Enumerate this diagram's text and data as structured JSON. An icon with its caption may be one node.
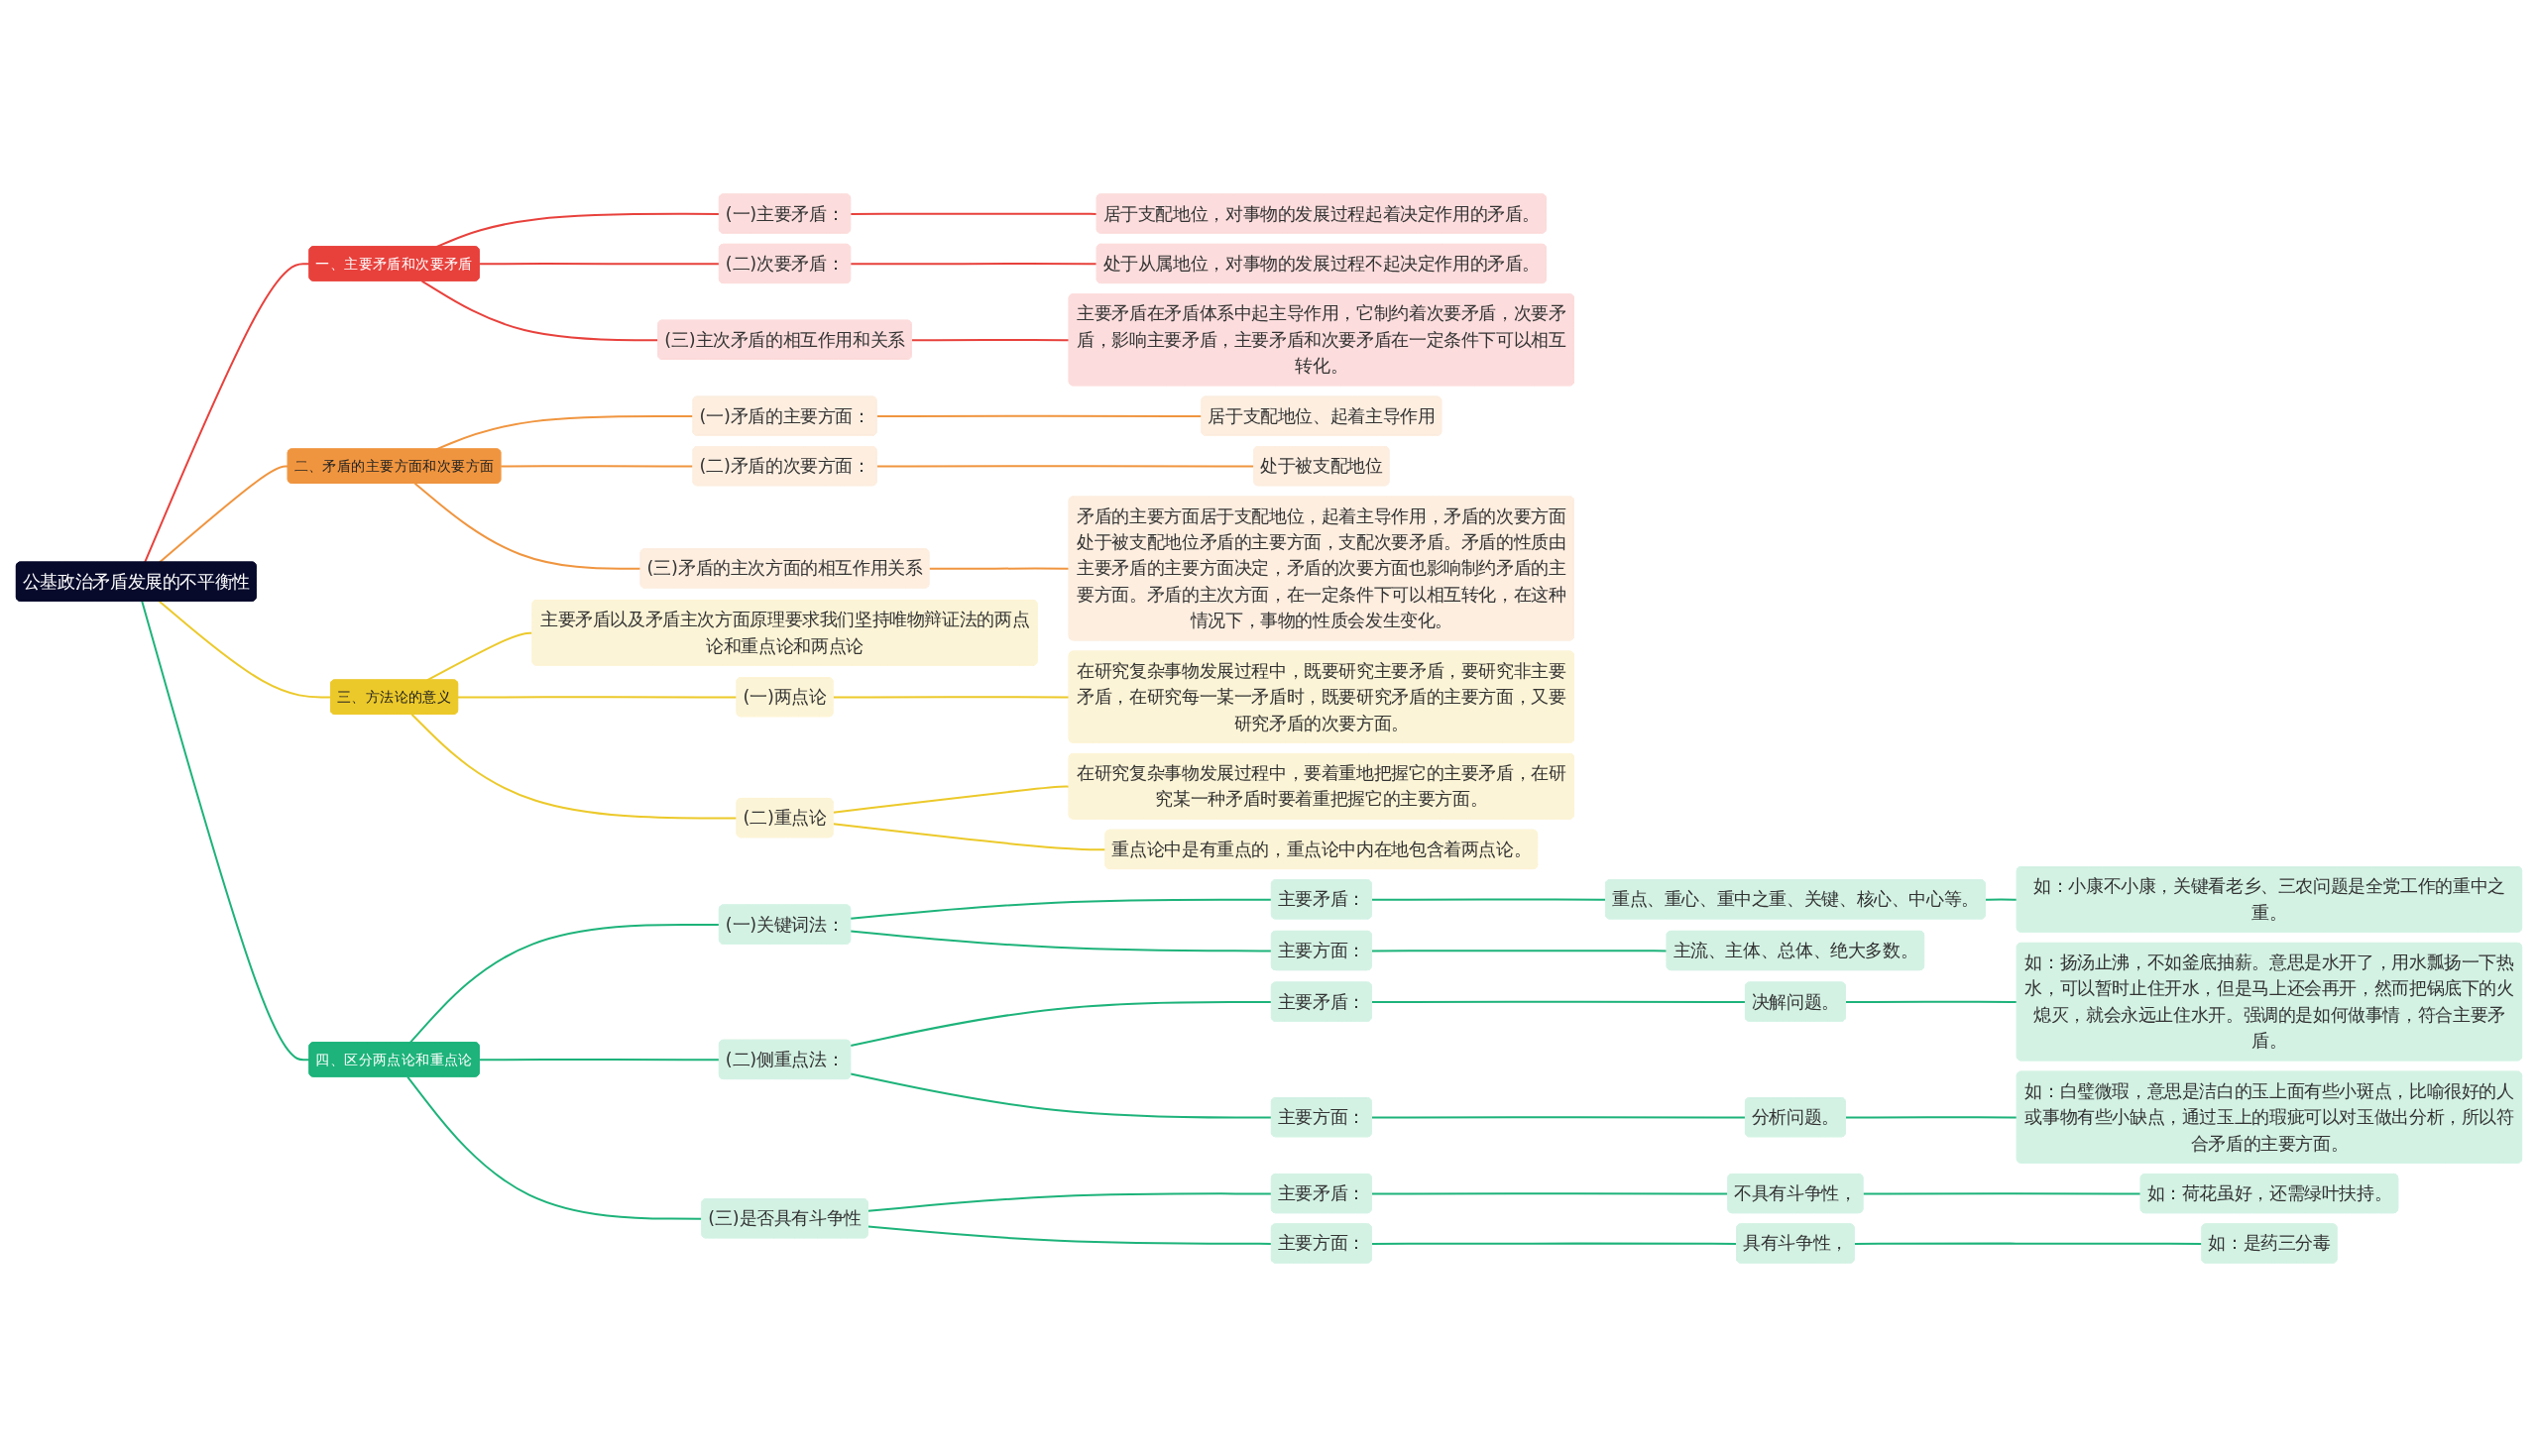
{
  "diagram": {
    "nodes": [
      {
        "text": [
          "公基政治矛盾发展的不平衡性"
        ]
      },
      {
        "text": [
          "一、主要矛盾和次要矛盾"
        ]
      },
      {
        "text": [
          "(一)主要矛盾："
        ]
      },
      {
        "text": [
          "居于支配地位，对事物的发展过程起着决定作用的矛盾。"
        ]
      },
      {
        "text": [
          "(二)次要矛盾："
        ]
      },
      {
        "text": [
          "处于从属地位，对事物的发展过程不起决定作用的矛盾。"
        ]
      },
      {
        "text": [
          "(三)主次矛盾的相互作用和关系"
        ]
      },
      {
        "text": [
          "主要矛盾在矛盾体系中起主导作用，它制约着次要矛盾，次要矛盾，影响主要矛盾，主要矛盾和次要矛盾在一定条件下可以相互转化。"
        ]
      },
      {
        "text": [
          "二、矛盾的主要方面和次要方面"
        ]
      },
      {
        "text": [
          "(一)矛盾的主要方面："
        ]
      },
      {
        "text": [
          "居于支配地位、起着主导作用"
        ]
      },
      {
        "text": [
          "(二)矛盾的次要方面："
        ]
      },
      {
        "text": [
          "处于被支配地位"
        ]
      },
      {
        "text": [
          "(三)矛盾的主次方面的相互作用关系"
        ]
      },
      {
        "text": [
          "矛盾的主要方面居于支配地位，起着主导作用，矛盾的次要方面处于被支配地位矛盾的主要方面，支配次要矛盾。矛盾的性质由主要矛盾的主要方面决定，矛盾的次要方面也影响制约矛盾的主要方面。矛盾的主次方面，在一定条件下可以相互转化，在这种情况下，事物的性质会发生变化。"
        ]
      },
      {
        "text": [
          "三、方法论的意义"
        ]
      },
      {
        "text": [
          "主要矛盾以及矛盾主次方面原理要求我们坚持唯物辩证法的两点论和重点论和两点论"
        ]
      },
      {
        "text": [
          "(一)两点论"
        ]
      },
      {
        "text": [
          "在研究复杂事物发展过程中，既要研究主要矛盾，要研究非主要矛盾，在研究每一某一矛盾时，既要研究矛盾的主要方面，又要研究矛盾的次要方面。"
        ]
      },
      {
        "text": [
          "(二)重点论"
        ]
      },
      {
        "text": [
          "在研究复杂事物发展过程中，要着重地把握它的主要矛盾，在研究某一种矛盾时要着重把握它的主要方面。"
        ]
      },
      {
        "text": [
          "重点论中是有重点的，重点论中内在地包含着两点论。"
        ]
      },
      {
        "text": [
          "四、区分两点论和重点论"
        ]
      },
      {
        "text": [
          "(一)关键词法："
        ]
      },
      {
        "text": [
          "主要矛盾："
        ]
      },
      {
        "text": [
          "重点、重心、重中之重、关键、核心、中心等。"
        ]
      },
      {
        "text": [
          "如：小康不小康，关键看老乡、三农问题是全党工作的重中之重。"
        ]
      },
      {
        "text": [
          "主要方面："
        ]
      },
      {
        "text": [
          "主流、主体、总体、绝大多数。"
        ]
      },
      {
        "text": [
          "(二)侧重点法："
        ]
      },
      {
        "text": [
          "主要矛盾："
        ]
      },
      {
        "text": [
          "决解问题。"
        ]
      },
      {
        "text": [
          "如：扬汤止沸，不如釜底抽薪。意思是水开了，用水瓢扬一下热水，可以暂时止住开水，但是马上还会再开，然而把锅底下的火熄灭，就会永远止住水开。强调的是如何做事情，符合主要矛盾。"
        ]
      },
      {
        "text": [
          "主要方面："
        ]
      },
      {
        "text": [
          "分析问题。"
        ]
      },
      {
        "text": [
          "如：白璧微瑕，意思是洁白的玉上面有些小斑点，比喻很好的人或事物有些小缺点，通过玉上的瑕疵可以对玉做出分析，所以符合矛盾的主要方面。"
        ]
      },
      {
        "text": [
          "(三)是否具有斗争性"
        ]
      },
      {
        "text": [
          "主要矛盾："
        ]
      },
      {
        "text": [
          "不具有斗争性，"
        ]
      },
      {
        "text": [
          "如：荷花虽好，还需绿叶扶持。"
        ]
      },
      {
        "text": [
          "主要方面："
        ]
      },
      {
        "text": [
          "具有斗争性，"
        ]
      },
      {
        "text": [
          "如：是药三分毒"
        ]
      }
    ],
    "edges": [
      {
        "from": 0,
        "to": 1,
        "arrow": "none",
        "color": "#e8413c"
      },
      {
        "from": 1,
        "to": 2,
        "arrow": "none",
        "color": "#e8413c"
      },
      {
        "from": 2,
        "to": 3,
        "arrow": "none",
        "color": "#e8413c"
      },
      {
        "from": 1,
        "to": 4,
        "arrow": "none",
        "color": "#e8413c"
      },
      {
        "from": 4,
        "to": 5,
        "arrow": "none",
        "color": "#e8413c"
      },
      {
        "from": 1,
        "to": 6,
        "arrow": "none",
        "color": "#e8413c"
      },
      {
        "from": 6,
        "to": 7,
        "arrow": "none",
        "color": "#e8413c"
      },
      {
        "from": 0,
        "to": 8,
        "arrow": "none",
        "color": "#f0953f"
      },
      {
        "from": 8,
        "to": 9,
        "arrow": "none",
        "color": "#f0953f"
      },
      {
        "from": 9,
        "to": 10,
        "arrow": "none",
        "color": "#f0953f"
      },
      {
        "from": 8,
        "to": 11,
        "arrow": "none",
        "color": "#f0953f"
      },
      {
        "from": 11,
        "to": 12,
        "arrow": "none",
        "color": "#f0953f"
      },
      {
        "from": 8,
        "to": 13,
        "arrow": "none",
        "color": "#f0953f"
      },
      {
        "from": 13,
        "to": 14,
        "arrow": "none",
        "color": "#f0953f"
      },
      {
        "from": 0,
        "to": 15,
        "arrow": "none",
        "color": "#ecc92a"
      },
      {
        "from": 15,
        "to": 16,
        "arrow": "none",
        "color": "#ecc92a"
      },
      {
        "from": 15,
        "to": 17,
        "arrow": "none",
        "color": "#ecc92a"
      },
      {
        "from": 17,
        "to": 18,
        "arrow": "none",
        "color": "#ecc92a"
      },
      {
        "from": 15,
        "to": 19,
        "arrow": "none",
        "color": "#ecc92a"
      },
      {
        "from": 19,
        "to": 20,
        "arrow": "none",
        "color": "#ecc92a"
      },
      {
        "from": 19,
        "to": 21,
        "arrow": "none",
        "color": "#ecc92a"
      },
      {
        "from": 0,
        "to": 22,
        "arrow": "none"
      },
      {
        "from": 22,
        "to": 23,
        "arrow": "none"
      },
      {
        "from": 23,
        "to": 24,
        "arrow": "none"
      },
      {
        "from": 24,
        "to": 25,
        "arrow": "none"
      },
      {
        "from": 25,
        "to": 26,
        "arrow": "none"
      },
      {
        "from": 23,
        "to": 27,
        "arrow": "none"
      },
      {
        "from": 27,
        "to": 28,
        "arrow": "none"
      },
      {
        "from": 22,
        "to": 29,
        "arrow": "none"
      },
      {
        "from": 29,
        "to": 30,
        "arrow": "none"
      },
      {
        "from": 30,
        "to": 31,
        "arrow": "none"
      },
      {
        "from": 31,
        "to": 32,
        "arrow": "none"
      },
      {
        "from": 29,
        "to": 33,
        "arrow": "none"
      },
      {
        "from": 33,
        "to": 34,
        "arrow": "none"
      },
      {
        "from": 34,
        "to": 35,
        "arrow": "none"
      },
      {
        "from": 22,
        "to": 36,
        "arrow": "none"
      },
      {
        "from": 36,
        "to": 37,
        "arrow": "none"
      },
      {
        "from": 37,
        "to": 38,
        "arrow": "none"
      },
      {
        "from": 38,
        "to": 39,
        "arrow": "none"
      },
      {
        "from": 36,
        "to": 40,
        "arrow": "none"
      },
      {
        "from": 40,
        "to": 41,
        "arrow": "none"
      },
      {
        "from": 41,
        "to": 42,
        "arrow": "none"
      }
    ]
  }
}
